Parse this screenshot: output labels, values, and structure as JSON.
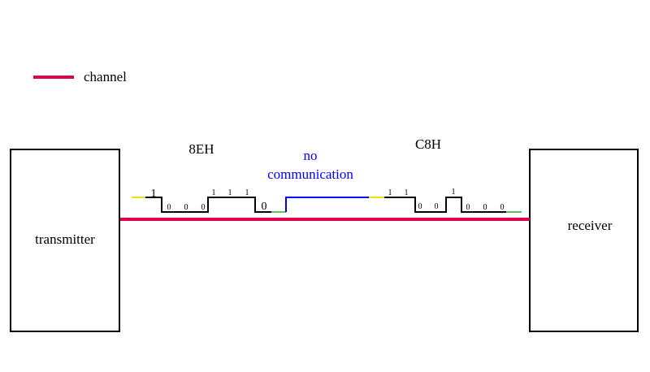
{
  "legend": {
    "label": "channel",
    "color": "#e0004a"
  },
  "transmitter": {
    "label": "transmitter"
  },
  "receiver": {
    "label": "receiver"
  },
  "frame1": {
    "label": "8EH",
    "bits_left": [
      "1",
      "0",
      "0",
      "0",
      "1",
      "1",
      "1",
      "0"
    ]
  },
  "idle": {
    "label_line1": "no",
    "label_line2": "communication",
    "color": "#0000ff"
  },
  "frame2": {
    "label": "C8H",
    "bits": [
      "1",
      "1",
      "0",
      "0",
      "1",
      "0",
      "0",
      "0"
    ]
  },
  "colors": {
    "start": "#f0e000",
    "stop": "#60c060",
    "signal": "#000000"
  }
}
